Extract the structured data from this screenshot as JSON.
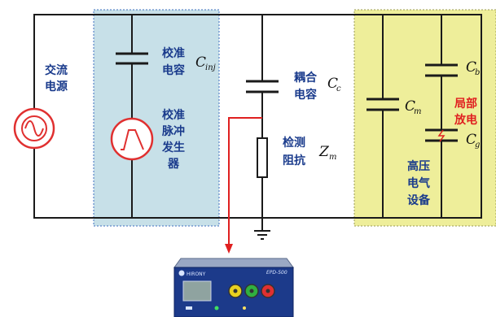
{
  "colors": {
    "wire": "#1a1a1a",
    "label_blue": "#1a3b8c",
    "label_red": "#e02020",
    "calibrator_box": "#c7e0e8",
    "hv_box": "#eeee9a",
    "source_red": "#e03030",
    "signal_line": "#e02020"
  },
  "labels": {
    "ac_source": [
      "交流",
      "电源"
    ],
    "calib_cap": [
      "校准",
      "电容"
    ],
    "calib_cap_symbol": "C",
    "calib_cap_sub": "inj",
    "calib_pulse": [
      "校准",
      "脉冲",
      "发生",
      "器"
    ],
    "coupling_cap": [
      "耦合",
      "电容"
    ],
    "coupling_symbol": "C",
    "coupling_sub": "c",
    "detect_imp": [
      "检测",
      "阻抗"
    ],
    "detect_symbol": "Z",
    "detect_sub": "m",
    "cm_symbol": "C",
    "cm_sub": "m",
    "cb_symbol": "C",
    "cb_sub": "b",
    "cg_symbol": "C",
    "cg_sub": "g",
    "partial_discharge": [
      "局部",
      "放电"
    ],
    "hv_equipment": [
      "高压",
      "电气",
      "设备"
    ]
  },
  "device": {
    "brand": "HIRONY",
    "model": "EPD-500"
  },
  "icons": [
    "ac-sine-icon",
    "pulse-icon",
    "spark-icon",
    "ground-icon"
  ]
}
